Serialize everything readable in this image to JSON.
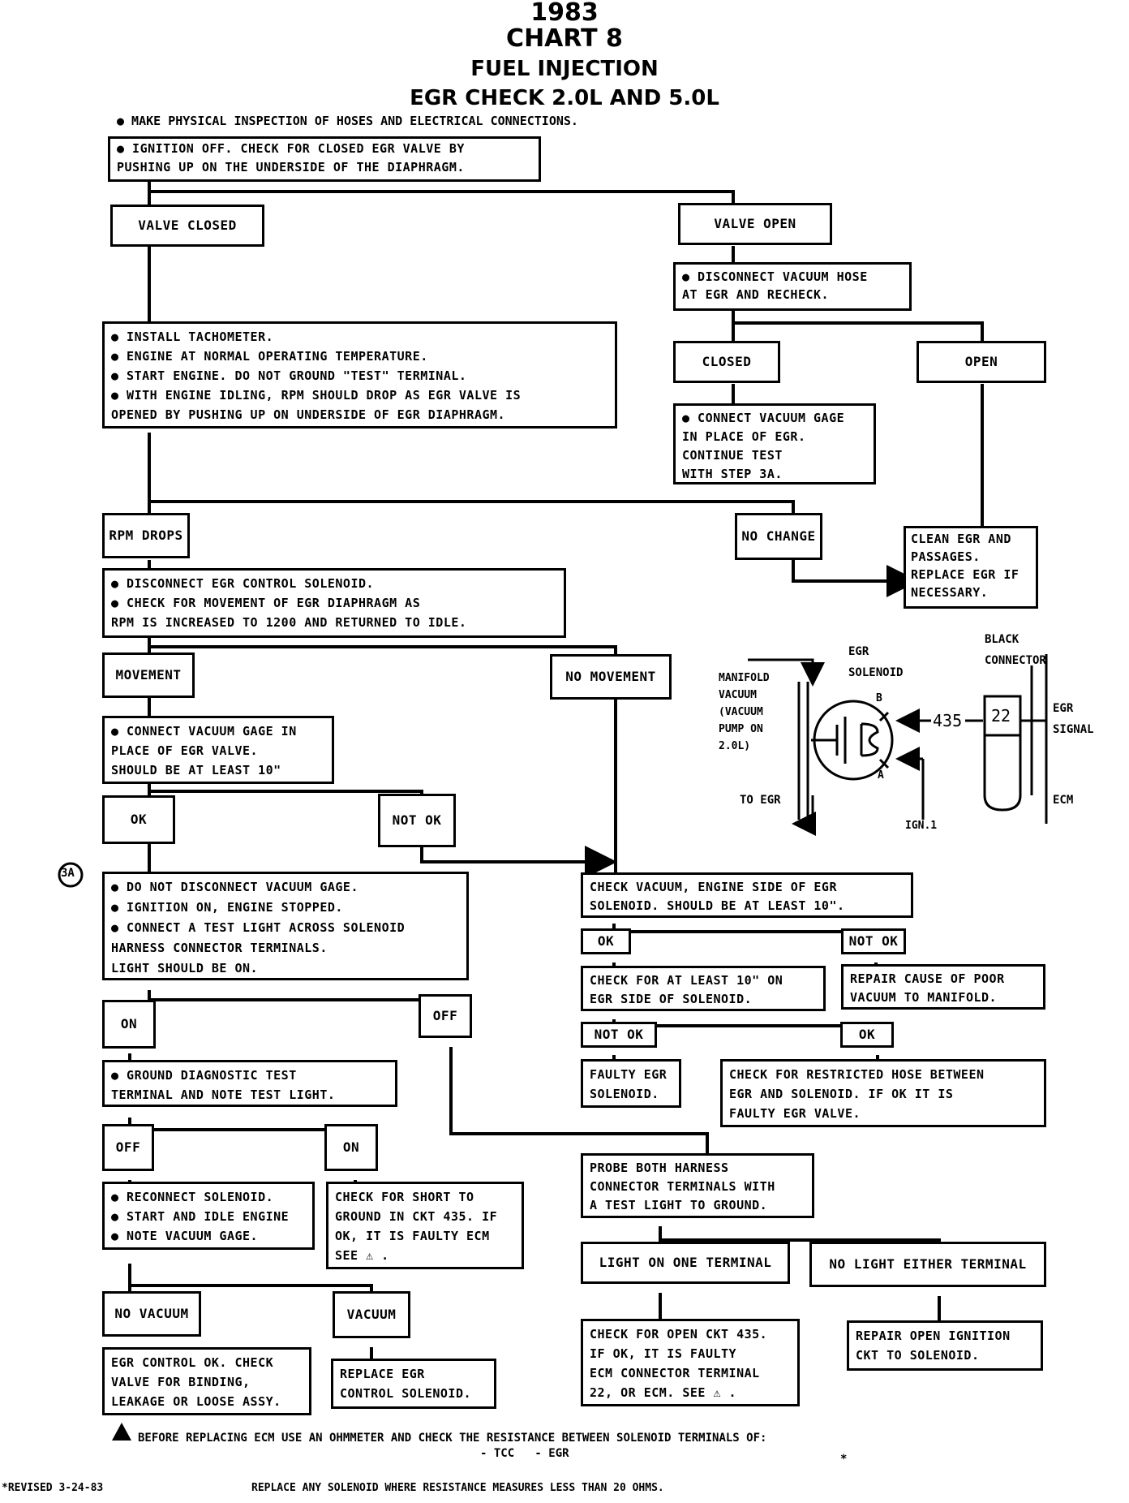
{
  "header": {
    "year": "1983",
    "chart": "CHART 8",
    "system": "FUEL INJECTION",
    "test": "EGR CHECK 2.0L AND 5.0L"
  },
  "steps": {
    "s1": "● MAKE PHYSICAL INSPECTION OF HOSES AND ELECTRICAL CONNECTIONS.",
    "s2": "● IGNITION OFF.  CHECK FOR CLOSED EGR VALVE BY\nPUSHING UP ON THE UNDERSIDE OF THE DIAPHRAGM.",
    "valve_closed": "VALVE CLOSED",
    "valve_open": "VALVE OPEN",
    "disconnect_hose": "● DISCONNECT VACUUM HOSE\n   AT EGR AND RECHECK.",
    "closed": "CLOSED",
    "open": "OPEN",
    "connect_gage_3a": "● CONNECT VACUUM GAGE\n   IN PLACE OF EGR.\n   CONTINUE TEST\n   WITH STEP 3A.",
    "install_tach": "● INSTALL TACHOMETER.\n● ENGINE AT NORMAL OPERATING TEMPERATURE.\n● START ENGINE. DO NOT GROUND \"TEST\" TERMINAL.\n● WITH ENGINE IDLING, RPM SHOULD DROP AS EGR VALVE IS\n   OPENED BY PUSHING UP ON UNDERSIDE OF EGR DIAPHRAGM.",
    "rpm_drops": "RPM DROPS",
    "no_change": "NO CHANGE",
    "clean_egr": "CLEAN EGR AND\nPASSAGES.\nREPLACE EGR IF\nNECESSARY.",
    "disconnect_solenoid": "● DISCONNECT EGR CONTROL SOLENOID.\n● CHECK FOR MOVEMENT OF EGR DIAPHRAGM AS\n   RPM IS INCREASED TO 1200 AND RETURNED TO IDLE.",
    "movement": "MOVEMENT",
    "no_movement": "NO MOVEMENT",
    "connect_gage_valve": "● CONNECT VACUUM GAGE IN\n   PLACE OF EGR VALVE.\n   SHOULD BE AT LEAST 10\"",
    "ok1": "OK",
    "not_ok1": "NOT OK",
    "step_3a_tag": "3A",
    "do_not_disconnect": "● DO NOT DISCONNECT VACUUM GAGE.\n● IGNITION ON, ENGINE STOPPED.\n● CONNECT A TEST LIGHT ACROSS SOLENOID\n   HARNESS CONNECTOR TERMINALS.\n   LIGHT SHOULD BE ON.",
    "on1": "ON",
    "off1": "OFF",
    "ground_diag": "● GROUND DIAGNOSTIC TEST\n   TERMINAL AND NOTE TEST LIGHT.",
    "off2": "OFF",
    "on2": "ON",
    "reconnect": "● RECONNECT SOLENOID.\n● START AND IDLE ENGINE\n● NOTE VACUUM GAGE.",
    "check_short": "CHECK FOR SHORT TO\nGROUND IN CKT 435. IF\nOK, IT IS FAULTY ECM\nSEE ⚠ .",
    "no_vacuum": "NO VACUUM",
    "vacuum": "VACUUM",
    "egr_control_ok": "EGR CONTROL OK. CHECK\nVALVE FOR BINDING,\nLEAKAGE OR LOOSE ASSY.",
    "replace_solenoid": "REPLACE EGR\nCONTROL SOLENOID.",
    "check_vacuum_engine": "CHECK VACUUM, ENGINE SIDE OF EGR\nSOLENOID.  SHOULD BE AT LEAST 10\".",
    "ok2": "OK",
    "not_ok2": "NOT OK",
    "check_10": "CHECK FOR AT LEAST 10\" ON\nEGR SIDE OF SOLENOID.",
    "repair_poor_vac": "REPAIR CAUSE OF POOR\nVACUUM TO MANIFOLD.",
    "not_ok3": "NOT OK",
    "ok3": "OK",
    "faulty_solenoid": "FAULTY EGR\nSOLENOID.",
    "check_restricted": "CHECK FOR RESTRICTED HOSE BETWEEN\nEGR AND SOLENOID.  IF OK IT IS\nFAULTY EGR VALVE.",
    "probe": "PROBE BOTH HARNESS\nCONNECTOR TERMINALS WITH\nA TEST LIGHT TO GROUND.",
    "light_one": "LIGHT ON ONE TERMINAL",
    "no_light": "NO LIGHT EITHER TERMINAL",
    "check_open_435": "CHECK FOR OPEN CKT 435.\nIF OK, IT IS FAULTY\nECM CONNECTOR TERMINAL\n22, OR ECM. SEE ⚠ .",
    "repair_ign": "REPAIR OPEN IGNITION\nCKT TO SOLENOID."
  },
  "schematic": {
    "manifold": "MANIFOLD\nVACUUM\n(VACUUM\nPUMP ON\n2.0L)",
    "egr_solenoid": "EGR\nSOLENOID",
    "black_connector": "BLACK\nCONNECTOR",
    "b": "B",
    "a": "A",
    "ckt": "435",
    "pin": "22",
    "egr_signal": "EGR\nSIGNAL",
    "to_egr": "TO EGR",
    "ign": "IGN.1",
    "ecm": "ECM"
  },
  "footer": {
    "warning": "BEFORE REPLACING ECM USE AN OHMMETER AND CHECK THE RESISTANCE BETWEEN SOLENOID TERMINALS OF:",
    "items": "- TCC   - EGR",
    "asterisk": "*",
    "revised": "*REVISED 3-24-83",
    "replace_note": "REPLACE ANY SOLENOID WHERE RESISTANCE MEASURES LESS THAN 20 OHMS."
  }
}
